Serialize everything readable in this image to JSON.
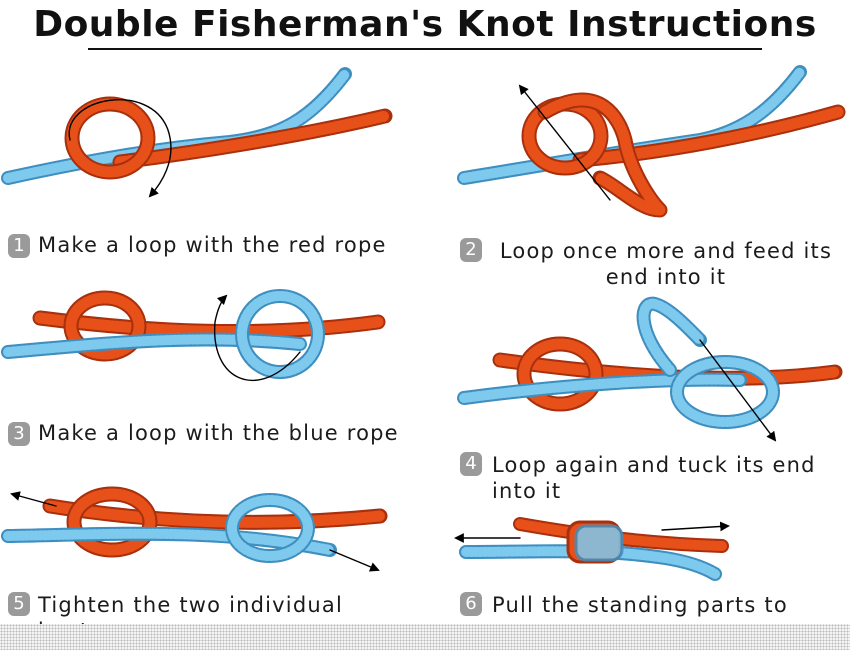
{
  "title": "Double Fisherman's Knot Instructions",
  "colors": {
    "red_rope": "#e8501a",
    "red_rope_dark": "#a8300c",
    "blue_rope": "#7ec9ee",
    "blue_rope_dark": "#3e8fbf",
    "badge": "#9a9a9a",
    "arrow": "#000000"
  },
  "steps": [
    {
      "number": "1",
      "text": "Make a loop with the red rope"
    },
    {
      "number": "2",
      "text": "Loop once more and feed its\nend into it"
    },
    {
      "number": "3",
      "text": "Make a loop with the blue rope"
    },
    {
      "number": "4",
      "text": "Loop again and tuck its end\ninto it"
    },
    {
      "number": "5",
      "text": "Tighten the two individual\nknots"
    },
    {
      "number": "6",
      "text": "Pull the standing parts to"
    }
  ]
}
